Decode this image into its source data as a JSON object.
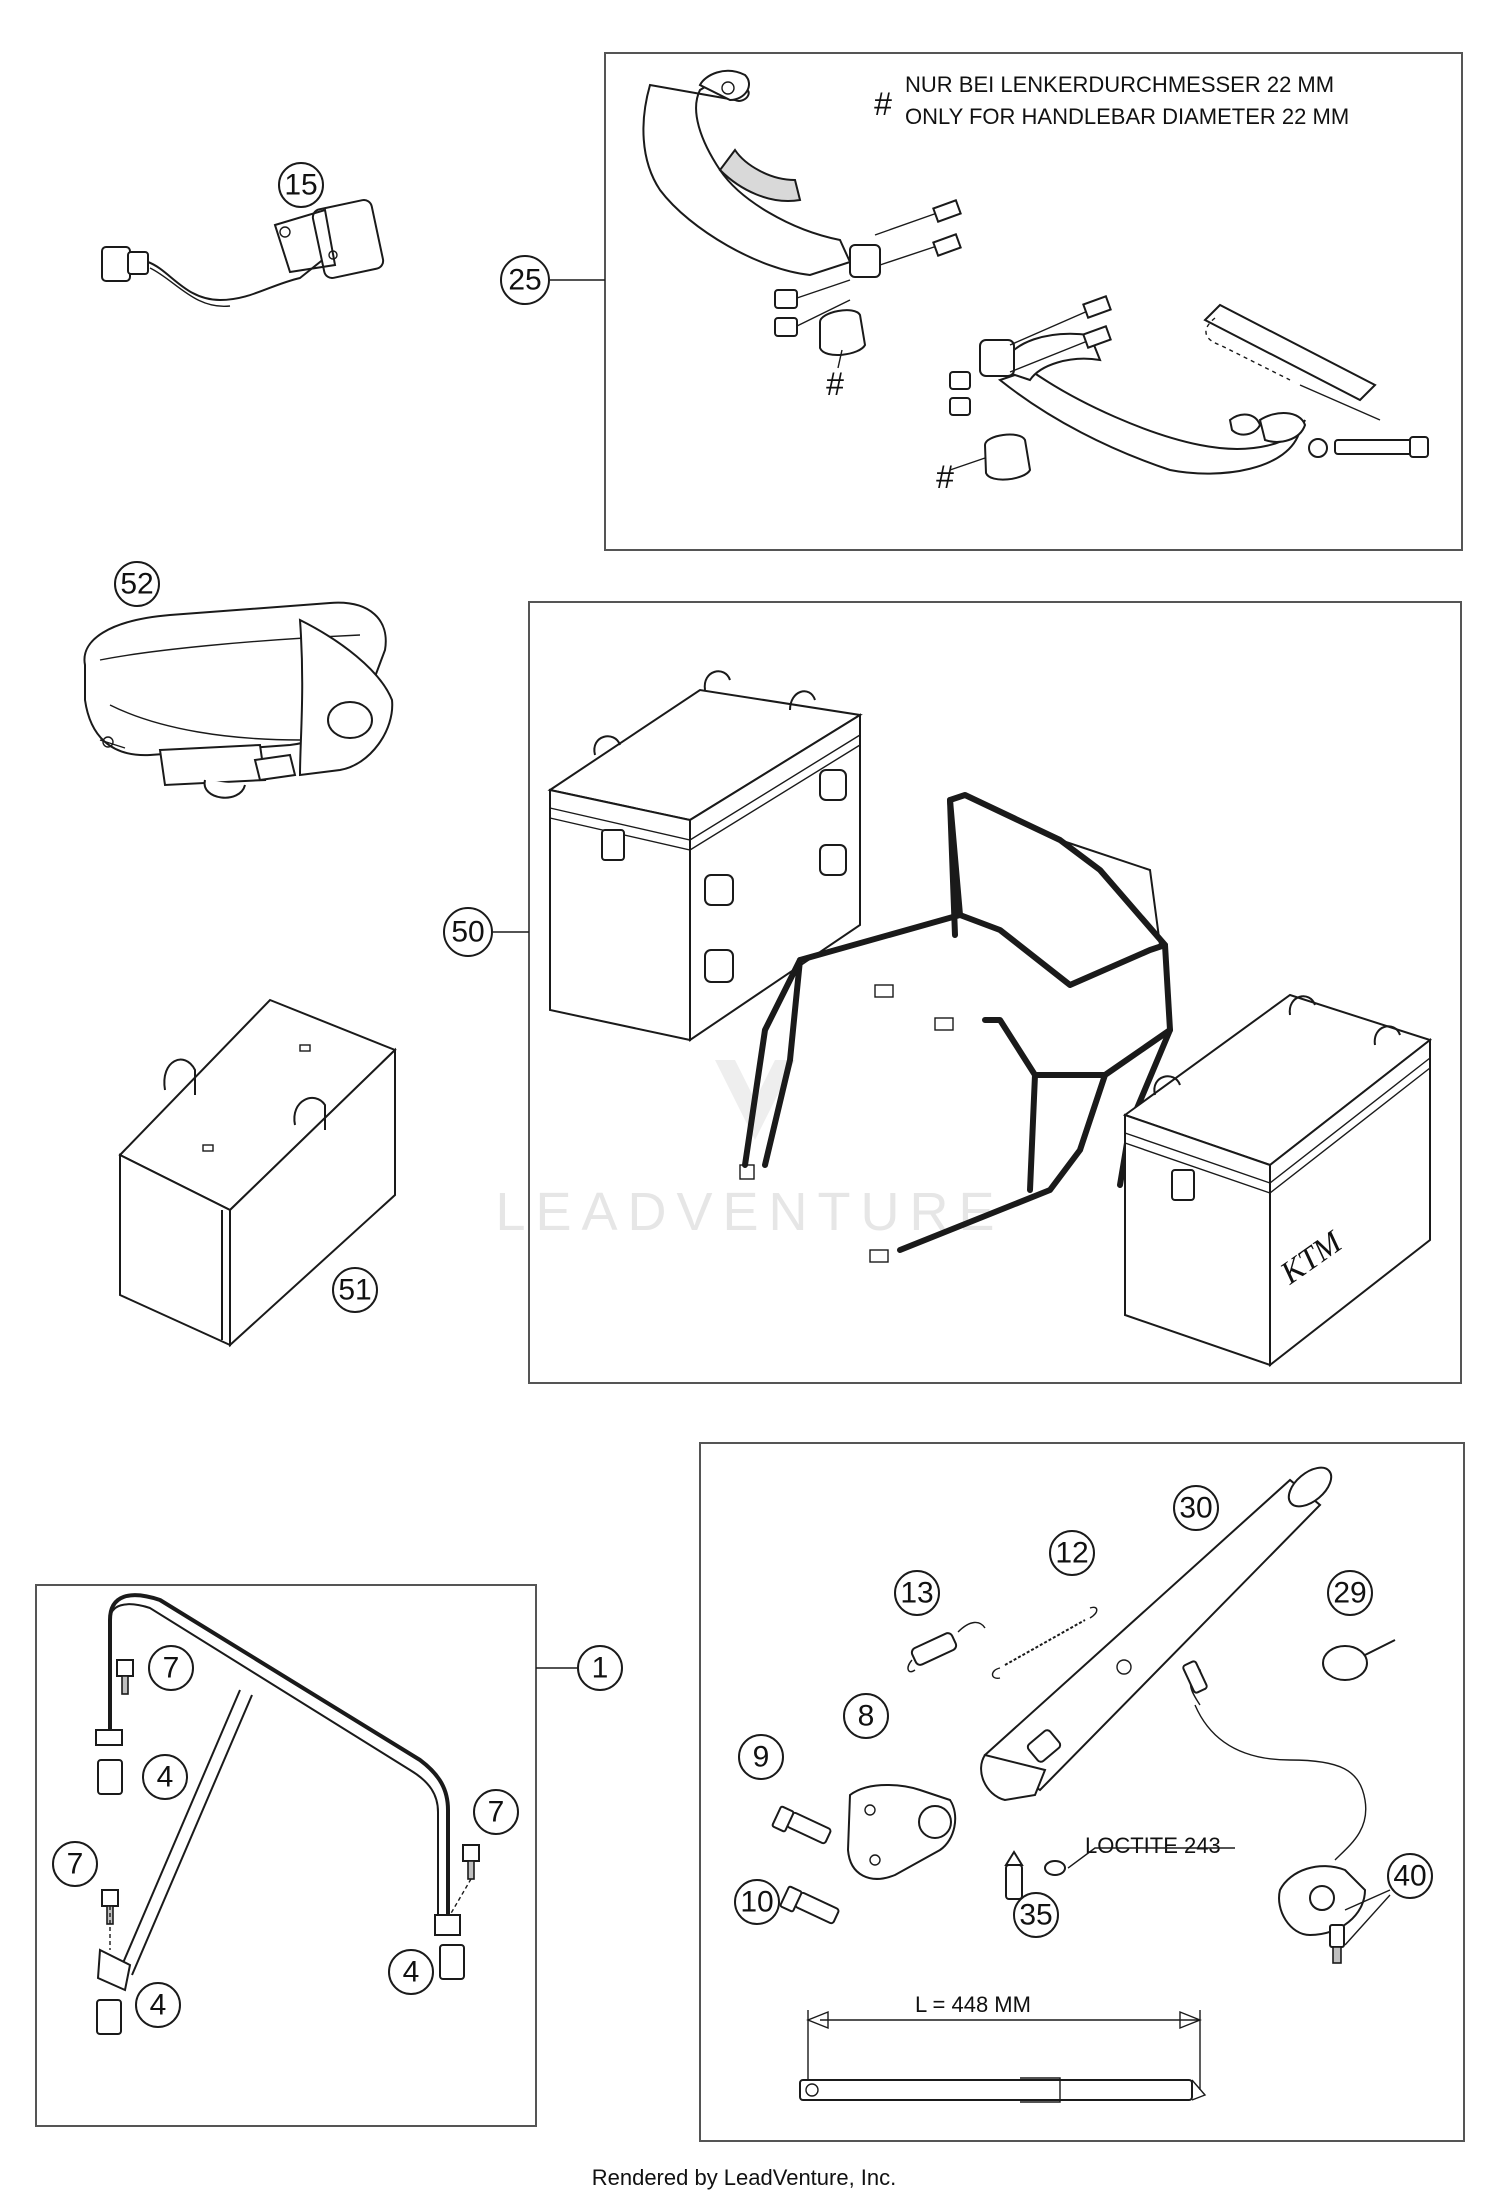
{
  "callouts": {
    "c15": "15",
    "c25": "25",
    "c52": "52",
    "c50": "50",
    "c51": "51",
    "c1": "1",
    "c7a": "7",
    "c4a": "4",
    "c7b": "7",
    "c7c": "7",
    "c4b": "4",
    "c4c": "4",
    "c30": "30",
    "c12": "12",
    "c13": "13",
    "c29": "29",
    "c8": "8",
    "c9": "9",
    "c10": "10",
    "c35": "35",
    "c40": "40"
  },
  "notes": {
    "hash_symbol": "#",
    "handlebar_de": "NUR BEI LENKERDURCHMESSER 22 MM",
    "handlebar_en": "ONLY FOR HANDLEBAR DIAMETER 22 MM",
    "loctite": "LOCTITE 243",
    "length": "L = 448 MM",
    "ktm_logo": "KTM"
  },
  "watermark": "LEADVENTURE",
  "credit": "Rendered by LeadVenture, Inc."
}
